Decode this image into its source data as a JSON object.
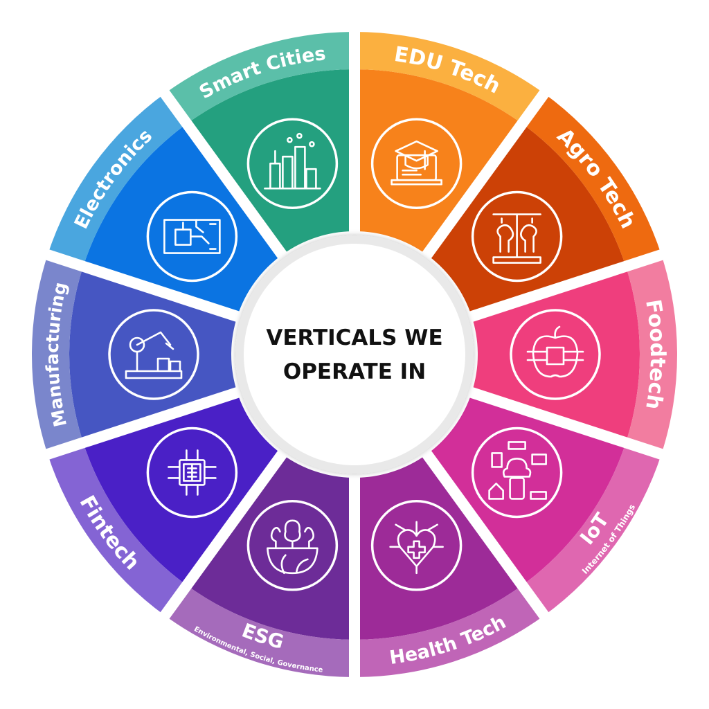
{
  "center": {
    "line1": "VERTICALS WE",
    "line2": "OPERATE IN"
  },
  "segments": [
    {
      "label": "EDU Tech",
      "subtitle": "",
      "icon": "graduation-laptop-icon",
      "band_color": "#fbb040",
      "wedge_color": "#f7821b"
    },
    {
      "label": "Agro Tech",
      "subtitle": "",
      "icon": "indoor-farm-icon",
      "band_color": "#ee6a10",
      "wedge_color": "#cc4106"
    },
    {
      "label": "Foodtech",
      "subtitle": "",
      "icon": "apple-chip-icon",
      "band_color": "#f27da0",
      "wedge_color": "#ef3e7d"
    },
    {
      "label": "IoT",
      "subtitle": "Internet of Things",
      "icon": "connected-devices-icon",
      "band_color": "#df67b0",
      "wedge_color": "#d22f99"
    },
    {
      "label": "Health Tech",
      "subtitle": "",
      "icon": "heart-network-icon",
      "band_color": "#c065b7",
      "wedge_color": "#9d2b98"
    },
    {
      "label": "ESG",
      "subtitle": "Environmental, Social, Governance",
      "icon": "trees-earth-icon",
      "band_color": "#a56bbb",
      "wedge_color": "#6d2c98"
    },
    {
      "label": "Fintech",
      "subtitle": "",
      "icon": "dollar-chip-icon",
      "band_color": "#8464d4",
      "wedge_color": "#4a20c6"
    },
    {
      "label": "Manufacturing",
      "subtitle": "",
      "icon": "robot-arm-conveyor-icon",
      "band_color": "#7a86cc",
      "wedge_color": "#4656c2"
    },
    {
      "label": "Electronics",
      "subtitle": "",
      "icon": "circuit-board-icon",
      "band_color": "#4aa6df",
      "wedge_color": "#0b74e2"
    },
    {
      "label": "Smart Cities",
      "subtitle": "",
      "icon": "city-buildings-icon",
      "band_color": "#5bbfa9",
      "wedge_color": "#24a07f"
    }
  ]
}
